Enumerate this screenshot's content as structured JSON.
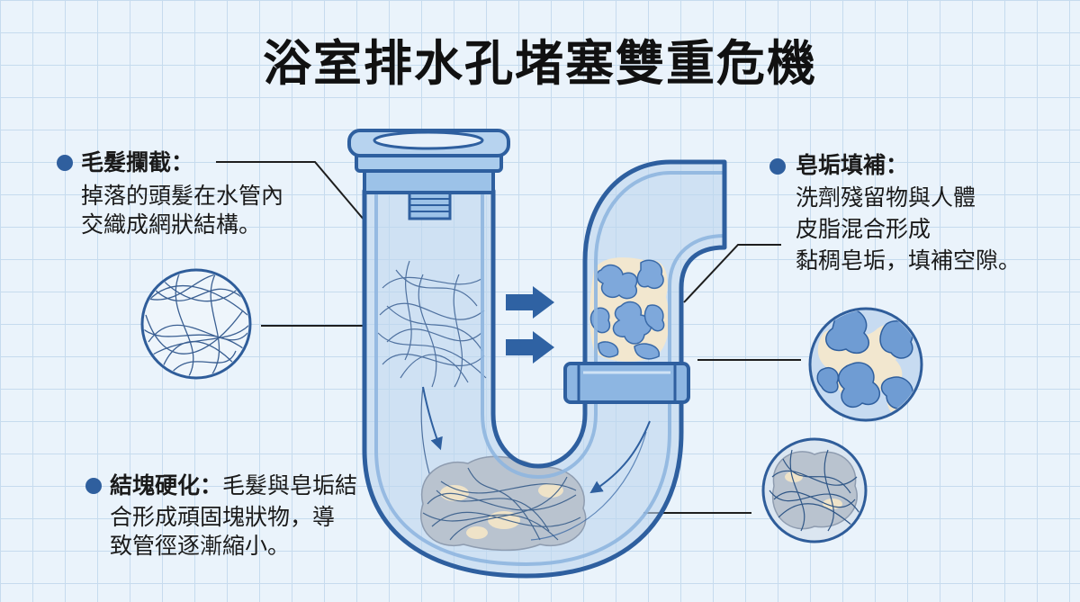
{
  "title": "浴室排水孔堵塞雙重危機",
  "hair": {
    "heading": "毛髮攔截：",
    "lines": [
      "掉落的頭髮在水管內",
      "交織成網狀結構。"
    ]
  },
  "soap": {
    "heading": "皂垢填補：",
    "lines": [
      "洗劑殘留物與人體",
      "皮脂混合形成",
      "黏稠皂垢，填補空隙。"
    ]
  },
  "clump": {
    "heading": "結塊硬化：",
    "rest": "毛髮與皂垢結",
    "lines": [
      "合形成頑固塊狀物，導",
      "致管徑逐漸縮小。"
    ]
  },
  "colors": {
    "pipe_outline": "#2e5f9f",
    "pipe_glass": "#bcd6ee",
    "bullet": "#2f5f9e",
    "hair": "#3a5f92",
    "soap_cream": "#f2e7cf",
    "soap_blue": "#7ea8db",
    "clog_gray": "#b9c3cf",
    "grid_background": "#eaf3fb"
  },
  "icons": [
    "bullet-dot-icon",
    "flow-arrow-icon",
    "drain-pipe-icon"
  ]
}
